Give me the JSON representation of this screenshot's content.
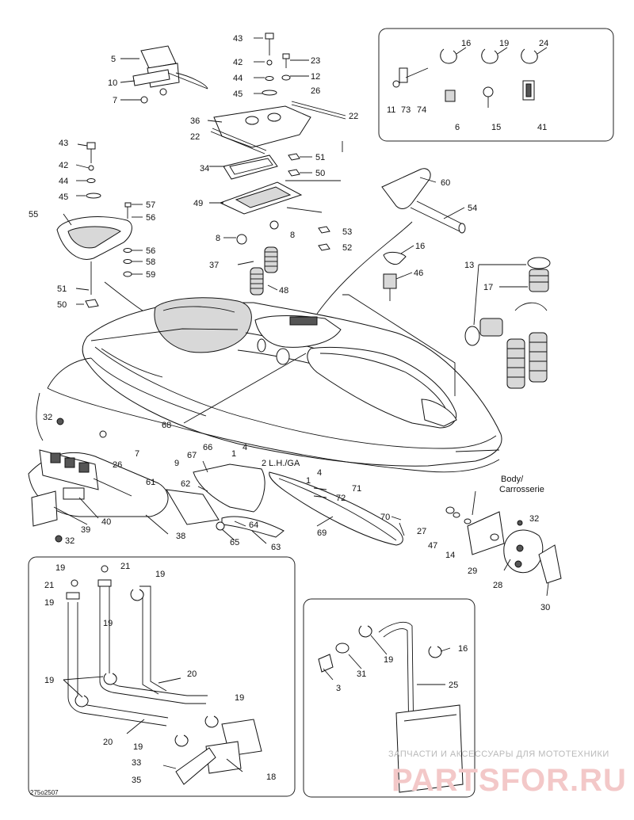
{
  "labels": [
    {
      "id": "c43a",
      "text": "43"
    },
    {
      "id": "c42a",
      "text": "42"
    },
    {
      "id": "c44a",
      "text": "44"
    },
    {
      "id": "c45a",
      "text": "45"
    },
    {
      "id": "c23",
      "text": "23"
    },
    {
      "id": "c12",
      "text": "12"
    },
    {
      "id": "c26a",
      "text": "26"
    },
    {
      "id": "c5",
      "text": "5"
    },
    {
      "id": "c10",
      "text": "10"
    },
    {
      "id": "c7a",
      "text": "7"
    },
    {
      "id": "c36",
      "text": "36"
    },
    {
      "id": "c22a",
      "text": "22"
    },
    {
      "id": "c22b",
      "text": "22"
    },
    {
      "id": "c51a",
      "text": "51"
    },
    {
      "id": "c34",
      "text": "34"
    },
    {
      "id": "c50a",
      "text": "50"
    },
    {
      "id": "c49",
      "text": "49"
    },
    {
      "id": "c8a",
      "text": "8"
    },
    {
      "id": "c8b",
      "text": "8"
    },
    {
      "id": "c53",
      "text": "53"
    },
    {
      "id": "c52",
      "text": "52"
    },
    {
      "id": "c37",
      "text": "37"
    },
    {
      "id": "c48",
      "text": "48"
    },
    {
      "id": "c43b",
      "text": "43"
    },
    {
      "id": "c42b",
      "text": "42"
    },
    {
      "id": "c44b",
      "text": "44"
    },
    {
      "id": "c45b",
      "text": "45"
    },
    {
      "id": "c55",
      "text": "55"
    },
    {
      "id": "c57",
      "text": "57"
    },
    {
      "id": "c56a",
      "text": "56"
    },
    {
      "id": "c56b",
      "text": "56"
    },
    {
      "id": "c58",
      "text": "58"
    },
    {
      "id": "c59",
      "text": "59"
    },
    {
      "id": "c51b",
      "text": "51"
    },
    {
      "id": "c50b",
      "text": "50"
    },
    {
      "id": "c16a",
      "text": "16"
    },
    {
      "id": "c19a",
      "text": "19"
    },
    {
      "id": "c24",
      "text": "24"
    },
    {
      "id": "c11",
      "text": "11"
    },
    {
      "id": "c73",
      "text": "73"
    },
    {
      "id": "c74",
      "text": "74"
    },
    {
      "id": "c6",
      "text": "6"
    },
    {
      "id": "c15",
      "text": "15"
    },
    {
      "id": "c41",
      "text": "41"
    },
    {
      "id": "c60",
      "text": "60"
    },
    {
      "id": "c54",
      "text": "54"
    },
    {
      "id": "c16b",
      "text": "16"
    },
    {
      "id": "c46",
      "text": "46"
    },
    {
      "id": "c13",
      "text": "13"
    },
    {
      "id": "c17",
      "text": "17"
    },
    {
      "id": "c68",
      "text": "68"
    },
    {
      "id": "c32a",
      "text": "32"
    },
    {
      "id": "c26b",
      "text": "26"
    },
    {
      "id": "c7b",
      "text": "7"
    },
    {
      "id": "c61",
      "text": "61"
    },
    {
      "id": "c40",
      "text": "40"
    },
    {
      "id": "c39",
      "text": "39"
    },
    {
      "id": "c32b",
      "text": "32"
    },
    {
      "id": "c38",
      "text": "38"
    },
    {
      "id": "c9",
      "text": "9"
    },
    {
      "id": "c67",
      "text": "67"
    },
    {
      "id": "c66",
      "text": "66"
    },
    {
      "id": "c1a",
      "text": "1"
    },
    {
      "id": "c4a",
      "text": "4"
    },
    {
      "id": "c2",
      "text": "2 L.H./GA"
    },
    {
      "id": "c4b",
      "text": "4"
    },
    {
      "id": "c1b",
      "text": "1"
    },
    {
      "id": "c62",
      "text": "62"
    },
    {
      "id": "c71",
      "text": "71"
    },
    {
      "id": "c72",
      "text": "72"
    },
    {
      "id": "c64",
      "text": "64"
    },
    {
      "id": "c65",
      "text": "65"
    },
    {
      "id": "c63",
      "text": "63"
    },
    {
      "id": "c69",
      "text": "69"
    },
    {
      "id": "c70",
      "text": "70"
    },
    {
      "id": "c27",
      "text": "27"
    },
    {
      "id": "c47",
      "text": "47"
    },
    {
      "id": "c14",
      "text": "14"
    },
    {
      "id": "c29",
      "text": "29"
    },
    {
      "id": "c28",
      "text": "28"
    },
    {
      "id": "c32c",
      "text": "32"
    },
    {
      "id": "c30",
      "text": "30"
    },
    {
      "id": "c19b",
      "text": "19"
    },
    {
      "id": "c21a",
      "text": "21"
    },
    {
      "id": "c19c",
      "text": "19"
    },
    {
      "id": "c21b",
      "text": "21"
    },
    {
      "id": "c19d",
      "text": "19"
    },
    {
      "id": "c19e",
      "text": "19"
    },
    {
      "id": "c19f",
      "text": "19"
    },
    {
      "id": "c20a",
      "text": "20"
    },
    {
      "id": "c19g",
      "text": "19"
    },
    {
      "id": "c20b",
      "text": "20"
    },
    {
      "id": "c19h",
      "text": "19"
    },
    {
      "id": "c33",
      "text": "33"
    },
    {
      "id": "c35",
      "text": "35"
    },
    {
      "id": "c18",
      "text": "18"
    },
    {
      "id": "c31",
      "text": "31"
    },
    {
      "id": "c19i",
      "text": "19"
    },
    {
      "id": "c16c",
      "text": "16"
    },
    {
      "id": "c3",
      "text": "3"
    },
    {
      "id": "c25",
      "text": "25"
    }
  ],
  "body_label": {
    "line1": "Body/",
    "line2": "Carrosserie"
  },
  "drawing_code": "275o2507",
  "watermark": {
    "line1": "ЗАПЧАСТИ И АКСЕССУАРЫ ДЛЯ МОТОТЕХНИКИ",
    "line2": "PARTSFOR.RU"
  }
}
